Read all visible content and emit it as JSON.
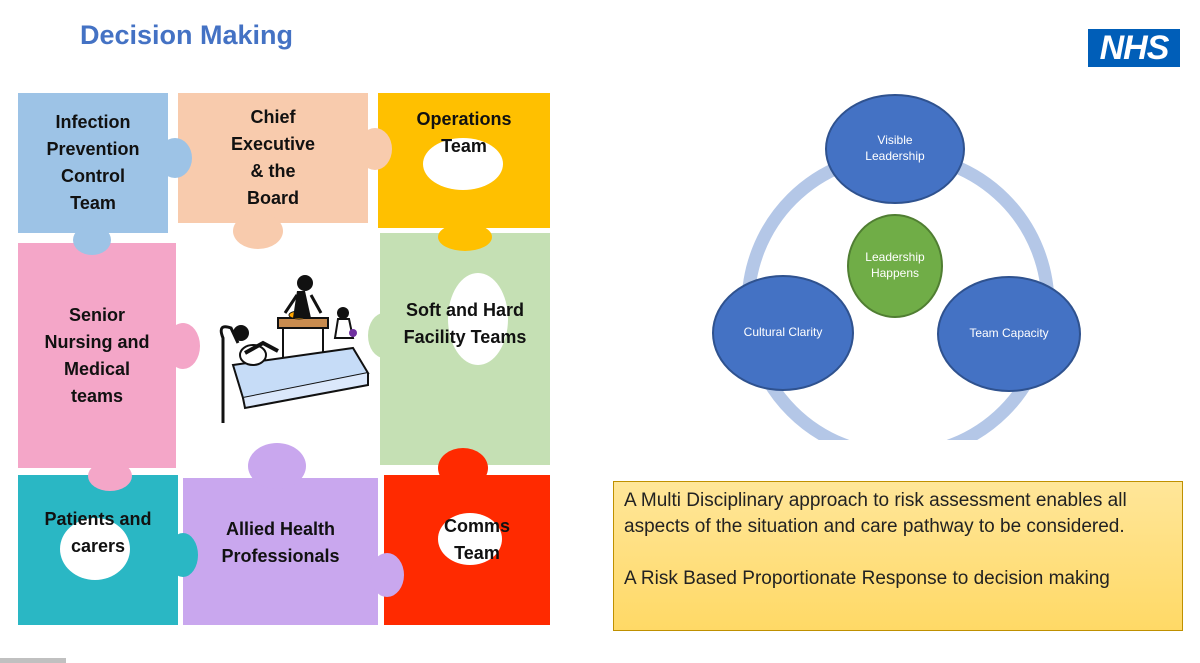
{
  "title": "Decision Making",
  "logo": {
    "text": "NHS",
    "color": "#005eb8"
  },
  "puzzle": {
    "pieces": [
      {
        "id": "infection",
        "label": "Infection\nPrevention\nControl\nTeam",
        "color": "#9dc3e6"
      },
      {
        "id": "chief",
        "label": "Chief\nExecutive\n& the\nBoard",
        "color": "#f8cbad"
      },
      {
        "id": "operations",
        "label": "Operations\nTeam",
        "color": "#ffc000"
      },
      {
        "id": "nursing",
        "label": "Senior\nNursing and\nMedical\nteams",
        "color": "#f4a6c8"
      },
      {
        "id": "facility",
        "label": "Soft and Hard\nFacility Teams",
        "color": "#c5e0b4"
      },
      {
        "id": "patients",
        "label": "Patients and\ncarers",
        "color": "#2ab7c4"
      },
      {
        "id": "allied",
        "label": "Allied Health\nProfessionals",
        "color": "#c9a7ee"
      },
      {
        "id": "comms",
        "label": "Comms\nTeam",
        "color": "#ff2a00"
      }
    ]
  },
  "cycle": {
    "center": "Leadership\nHappens",
    "nodes": [
      {
        "id": "visible",
        "label": "Visible\nLeadership"
      },
      {
        "id": "cultural",
        "label": "Cultural Clarity"
      },
      {
        "id": "capacity",
        "label": "Team Capacity"
      }
    ],
    "colors": {
      "node": "#4472c4",
      "center": "#70ad47",
      "ring": "#b4c7e7"
    }
  },
  "textbox": {
    "paragraph1": "A Multi Disciplinary approach to risk assessment  enables all aspects of the situation and care pathway to be considered.",
    "paragraph2": "A Risk Based Proportionate Response to decision making"
  }
}
